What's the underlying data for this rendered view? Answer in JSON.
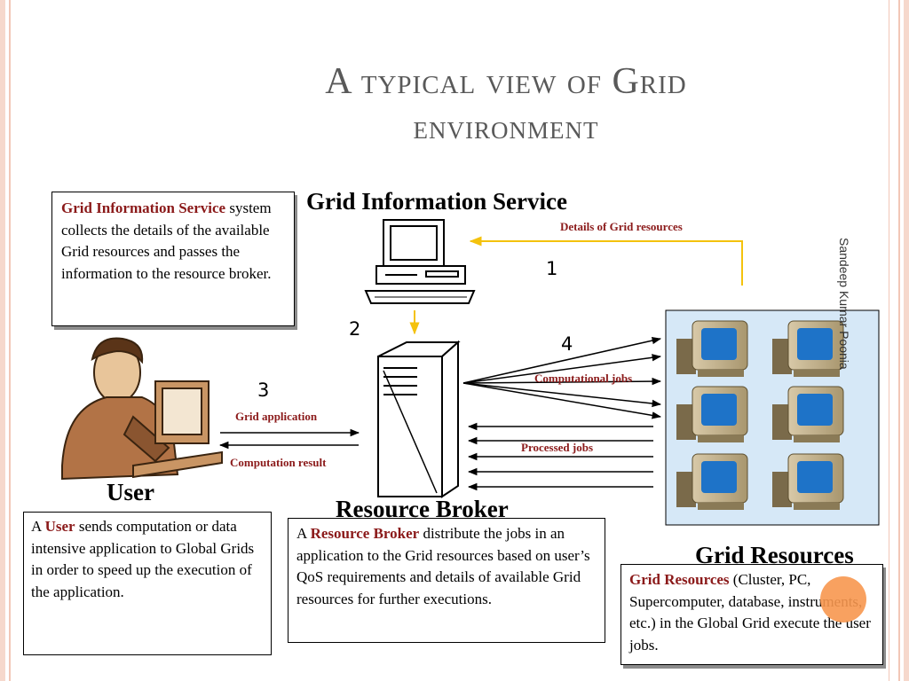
{
  "title": {
    "line1": "A typical view of Grid",
    "line2": "environment"
  },
  "headings": {
    "gis": "Grid Information Service",
    "user": "User",
    "broker": "Resource Broker",
    "resources": "Grid Resources"
  },
  "boxes": {
    "gis": {
      "highlight": "Grid Information Service",
      "text": " system collects the details of the available Grid resources and passes the information to the resource broker."
    },
    "user": {
      "prefix": "A ",
      "highlight": "User",
      "text": " sends computation or data intensive application to Global Grids in order to speed up the execution of the application."
    },
    "broker": {
      "prefix": "A ",
      "highlight": "Resource Broker",
      "text": " distribute the jobs in an application to the Grid resources based on user’s QoS requirements and details of available Grid resources for further executions."
    },
    "resources": {
      "highlight": "Grid Resources",
      "text": " (Cluster, PC, Supercomputer, database, instruments, etc.) in the Global Grid execute the user jobs."
    }
  },
  "labels": {
    "details": "Details of Grid resources",
    "computational_jobs": "Computational jobs",
    "grid_application": "Grid application",
    "processed_jobs": "Processed jobs",
    "computation_result": "Computation result"
  },
  "steps": [
    "1",
    "2",
    "3",
    "4"
  ],
  "author": "Sandeep Kumar Poonia",
  "colors": {
    "title": "#595959",
    "highlight": "#8b1a1a",
    "accent_arrow": "#f4c20d",
    "monitor_screen": "#1e73c8",
    "grid_panel": "#d6e8f7",
    "circle": "#f7974f"
  },
  "icons": [
    "computer-icon",
    "server-tower-icon",
    "user-at-computer-icon",
    "cluster-monitor-icon"
  ]
}
